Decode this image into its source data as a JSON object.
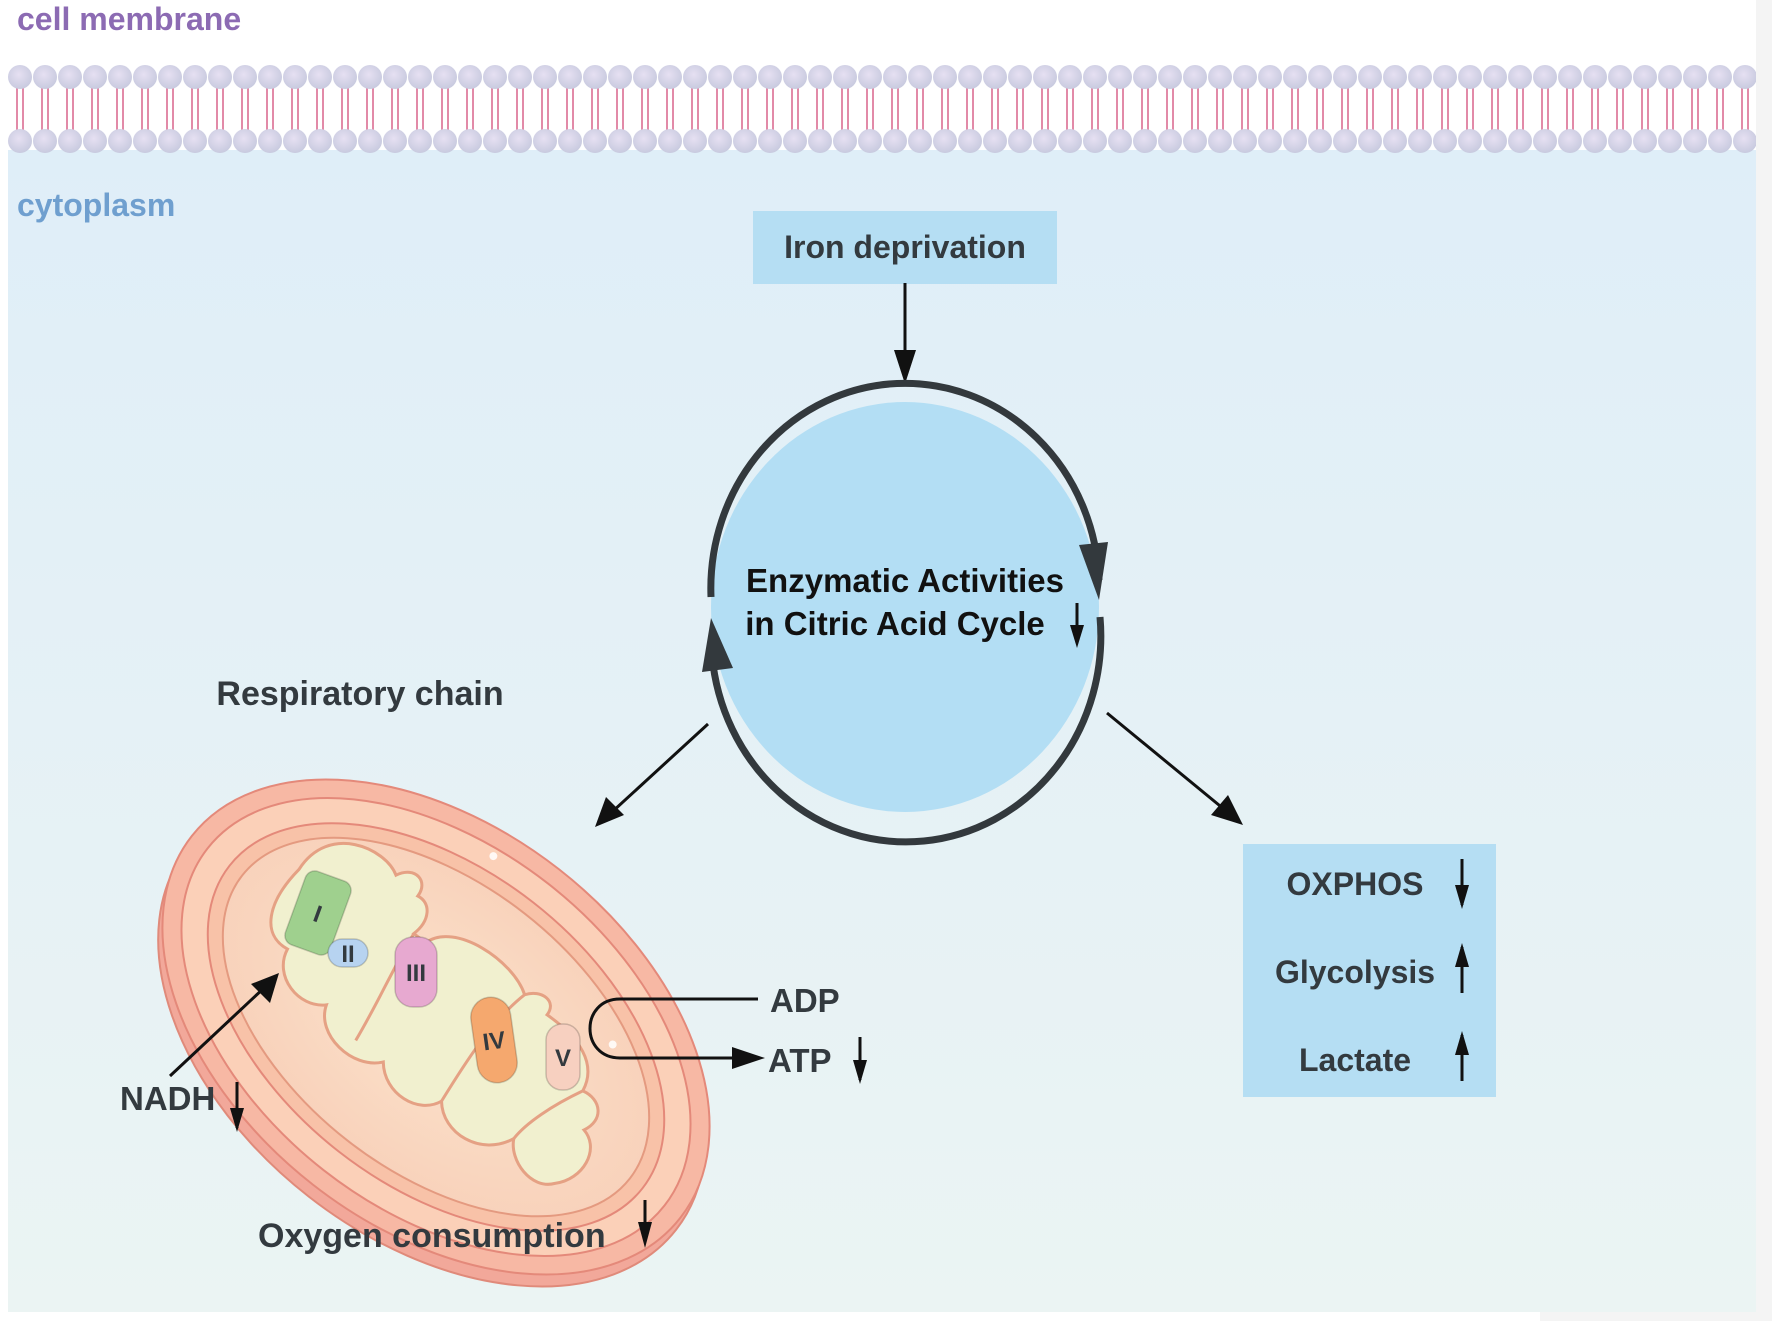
{
  "labels": {
    "cell_membrane": "cell membrane",
    "cytoplasm": "cytoplasm"
  },
  "trigger": {
    "text": "Iron deprivation"
  },
  "cycle": {
    "line1": "Enzymatic Activities",
    "line2": "in Citric Acid Cycle",
    "change": "down"
  },
  "respiratory_chain": {
    "title": "Respiratory chain",
    "complexes": [
      {
        "label": "I",
        "color": "#9fd08e"
      },
      {
        "label": "II",
        "color": "#b7d3f0"
      },
      {
        "label": "III",
        "color": "#e7a9d0"
      },
      {
        "label": "IV",
        "color": "#f5a86e"
      },
      {
        "label": "V",
        "color": "#f7d0c0"
      }
    ],
    "inputs": [
      {
        "label": "NADH",
        "change": "down"
      },
      {
        "label": "ADP",
        "change": ""
      },
      {
        "label": "ATP",
        "change": "down"
      }
    ],
    "oxygen": {
      "label": "Oxygen consumption",
      "change": "down"
    }
  },
  "outcomes": [
    {
      "label": "OXPHOS",
      "change": "down"
    },
    {
      "label": "Glycolysis",
      "change": "up"
    },
    {
      "label": "Lactate",
      "change": "up"
    }
  ],
  "colors": {
    "membrane_label": "#8c6bb3",
    "cytoplasm_label": "#6f9fcf",
    "box_fill": "#b5def3",
    "circle_fill": "#b3def4",
    "ring": "#33393d",
    "text": "#333a3f",
    "lipid_head": "#d9d5ec",
    "lipid_tail": "#e28aa8"
  }
}
